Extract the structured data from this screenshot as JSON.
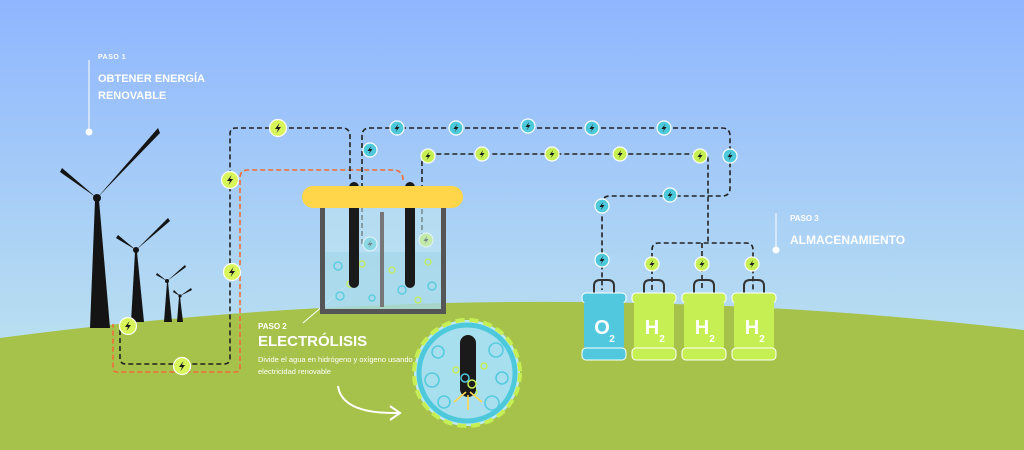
{
  "colors": {
    "sky_top": "#8fb6ff",
    "sky_bottom": "#bfe7ef",
    "ground": "#a7c24a",
    "energy_line_dark": "#222222",
    "energy_line_orange": "#f26a3a",
    "bolt_badge": "#d8f55a",
    "oxygen_badge": "#4ec9dc",
    "electrolyzer_top": "#ffd54a",
    "oxygen_tank": "#52c8de",
    "hydrogen_tank": "#c5ef52"
  },
  "step1": {
    "number": "PASO 1",
    "title": "OBTENER ENERGÍA RENOVABLE"
  },
  "step2": {
    "number": "PASO 2",
    "title": "ELECTRÓLISIS",
    "description": "Divide el agua en hidrógeno y oxígeno usando electricidad renovable"
  },
  "step3": {
    "number": "PASO 3",
    "title": "ALMACENAMIENTO"
  },
  "tanks": [
    {
      "gas": "O",
      "sub": "2",
      "type": "oxygen"
    },
    {
      "gas": "H",
      "sub": "2",
      "type": "hydrogen"
    },
    {
      "gas": "H",
      "sub": "2",
      "type": "hydrogen"
    },
    {
      "gas": "H",
      "sub": "2",
      "type": "hydrogen"
    }
  ],
  "icons": [
    "wind-turbine-icon",
    "lightning-bolt-icon",
    "electrolyzer-icon",
    "magnifier-circle-icon",
    "curved-arrow-icon",
    "gas-tank-icon"
  ]
}
